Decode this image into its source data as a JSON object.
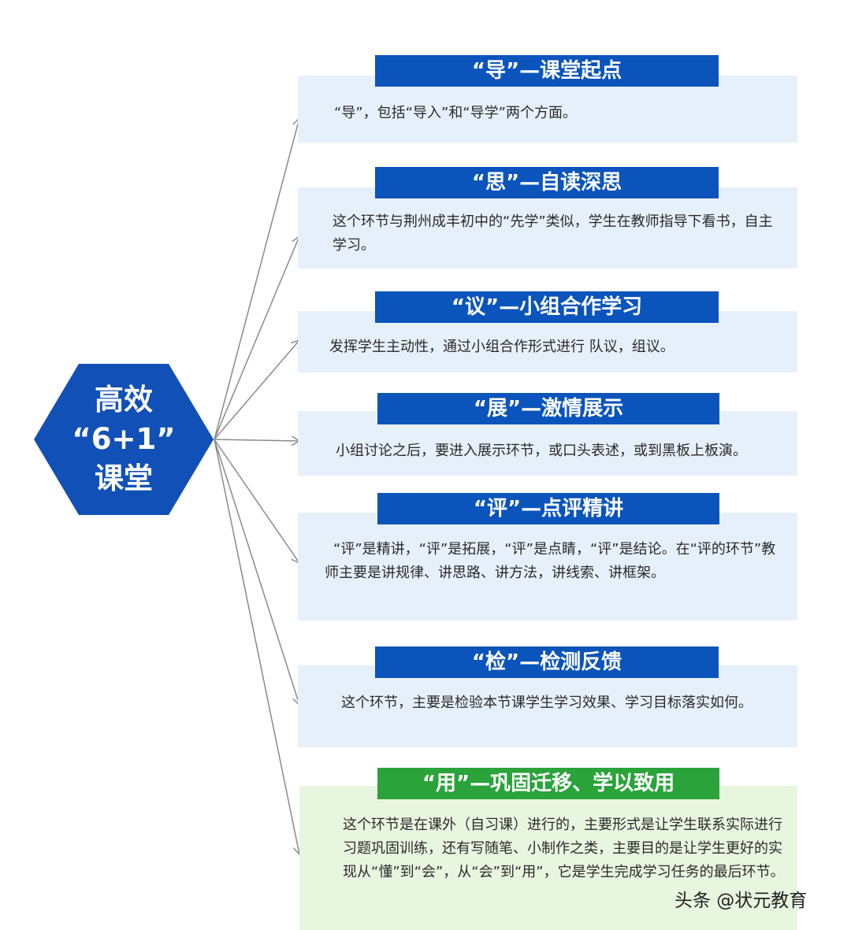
{
  "center": {
    "lines": [
      "高效",
      "“6+1”",
      "课堂"
    ]
  },
  "sections": [
    {
      "title": "“导”—课堂起点",
      "body": "“导”，包括“导入”和“导学”两个方面。"
    },
    {
      "title": "“思”—自读深思",
      "body": "这个环节与荆州成丰初中的“先学”类似，学生在教师指导下看书，自主学习。"
    },
    {
      "title": "“议”—小组合作学习",
      "body": "发挥学生主动性，通过小组合作形式进行 队议，组议。"
    },
    {
      "title": "“展”—激情展示",
      "body": "小组讨论之后，要进入展示环节，或口头表述，或到黑板上板演。"
    },
    {
      "title": "“评”—点评精讲",
      "body": "“评”是精讲，“评”是拓展，“评”是点睛，“评”是结论。在“评的环节”教师主要是讲规律、讲思路、讲方法，讲线索、讲框架。"
    },
    {
      "title": "“检”—检测反馈",
      "body": "这个环节，主要是检验本节课学生学习效果、学习目标落实如何。"
    },
    {
      "title": "“用”—巩固迁移、学以致用",
      "body": "这个环节是在课外（自习课）进行的，主要形式是让学生联系实际进行习题巩固训练，还有写随笔、小制作之类，主要目的是让学生更好的实现从“懂”到“会”，从“会”到“用”，它是学生完成学习任务的最后环节。"
    }
  ],
  "colors": {
    "blue": "#0a54bc",
    "green": "#2aa33a",
    "box_blue": "#e6f0fa",
    "box_green": "#e8f6e0",
    "connector": "#8a8a8a"
  },
  "watermark": "头条 @状元教育"
}
